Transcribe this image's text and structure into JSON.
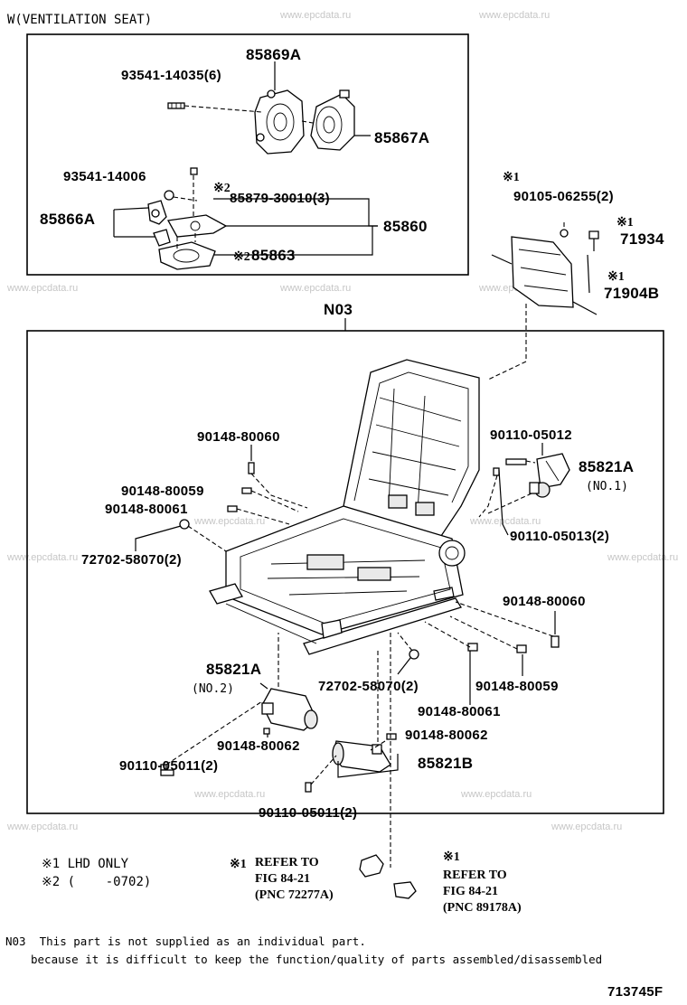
{
  "header": {
    "variant_label": "W(VENTILATION SEAT)"
  },
  "watermark": "www.epcdata.ru",
  "group_label": "N03",
  "vent_parts": {
    "p85869A": "85869A",
    "p93541_14035": "93541-14035(6)",
    "p85867A": "85867A",
    "p93541_14006": "93541-14006",
    "mark2_a": "※2",
    "p85879": "85879-30010(3)",
    "p85866A": "85866A",
    "p85860": "85860",
    "mark2_b": "※2",
    "p85863": "85863"
  },
  "bracket_parts": {
    "mark1_a": "※1",
    "p90105": "90105-06255(2)",
    "mark1_b": "※1",
    "p71934": "71934",
    "mark1_c": "※1",
    "p71904B": "71904B"
  },
  "frame_parts": {
    "p90148_80060_a": "90148-80060",
    "p90110_05012": "90110-05012",
    "p85821A_1": "85821A",
    "no1": "(NO.1)",
    "p90148_80059_a": "90148-80059",
    "p90148_80061_a": "90148-80061",
    "p90110_05013": "90110-05013(2)",
    "p72702_a": "72702-58070(2)",
    "p90148_80060_b": "90148-80060",
    "p85821A_2": "85821A",
    "no2": "(NO.2)",
    "p72702_b": "72702-58070(2)",
    "p90148_80059_b": "90148-80059",
    "p90148_80061_b": "90148-80061",
    "p90148_80062_a": "90148-80062",
    "p90148_80062_b": "90148-80062",
    "p90110_05011_a": "90110-05011(2)",
    "p85821B": "85821B",
    "p90110_05011_b": "90110-05011(2)"
  },
  "legend": {
    "line1": "※1 LHD ONLY",
    "line2": "※2 (    -0702)"
  },
  "refer_a": {
    "mark": "※1",
    "line1": "REFER TO",
    "line2": "FIG 84-21",
    "line3": "(PNC 72277A)"
  },
  "refer_b": {
    "mark": "※1",
    "line1": "REFER TO",
    "line2": "FIG 84-21",
    "line3": "(PNC 89178A)"
  },
  "footnote": {
    "line1": "N03  This part is not supplied as an individual part.",
    "line2": "because it is difficult to keep the function/quality of parts assembled/disassembled"
  },
  "figure_code": "713745F"
}
